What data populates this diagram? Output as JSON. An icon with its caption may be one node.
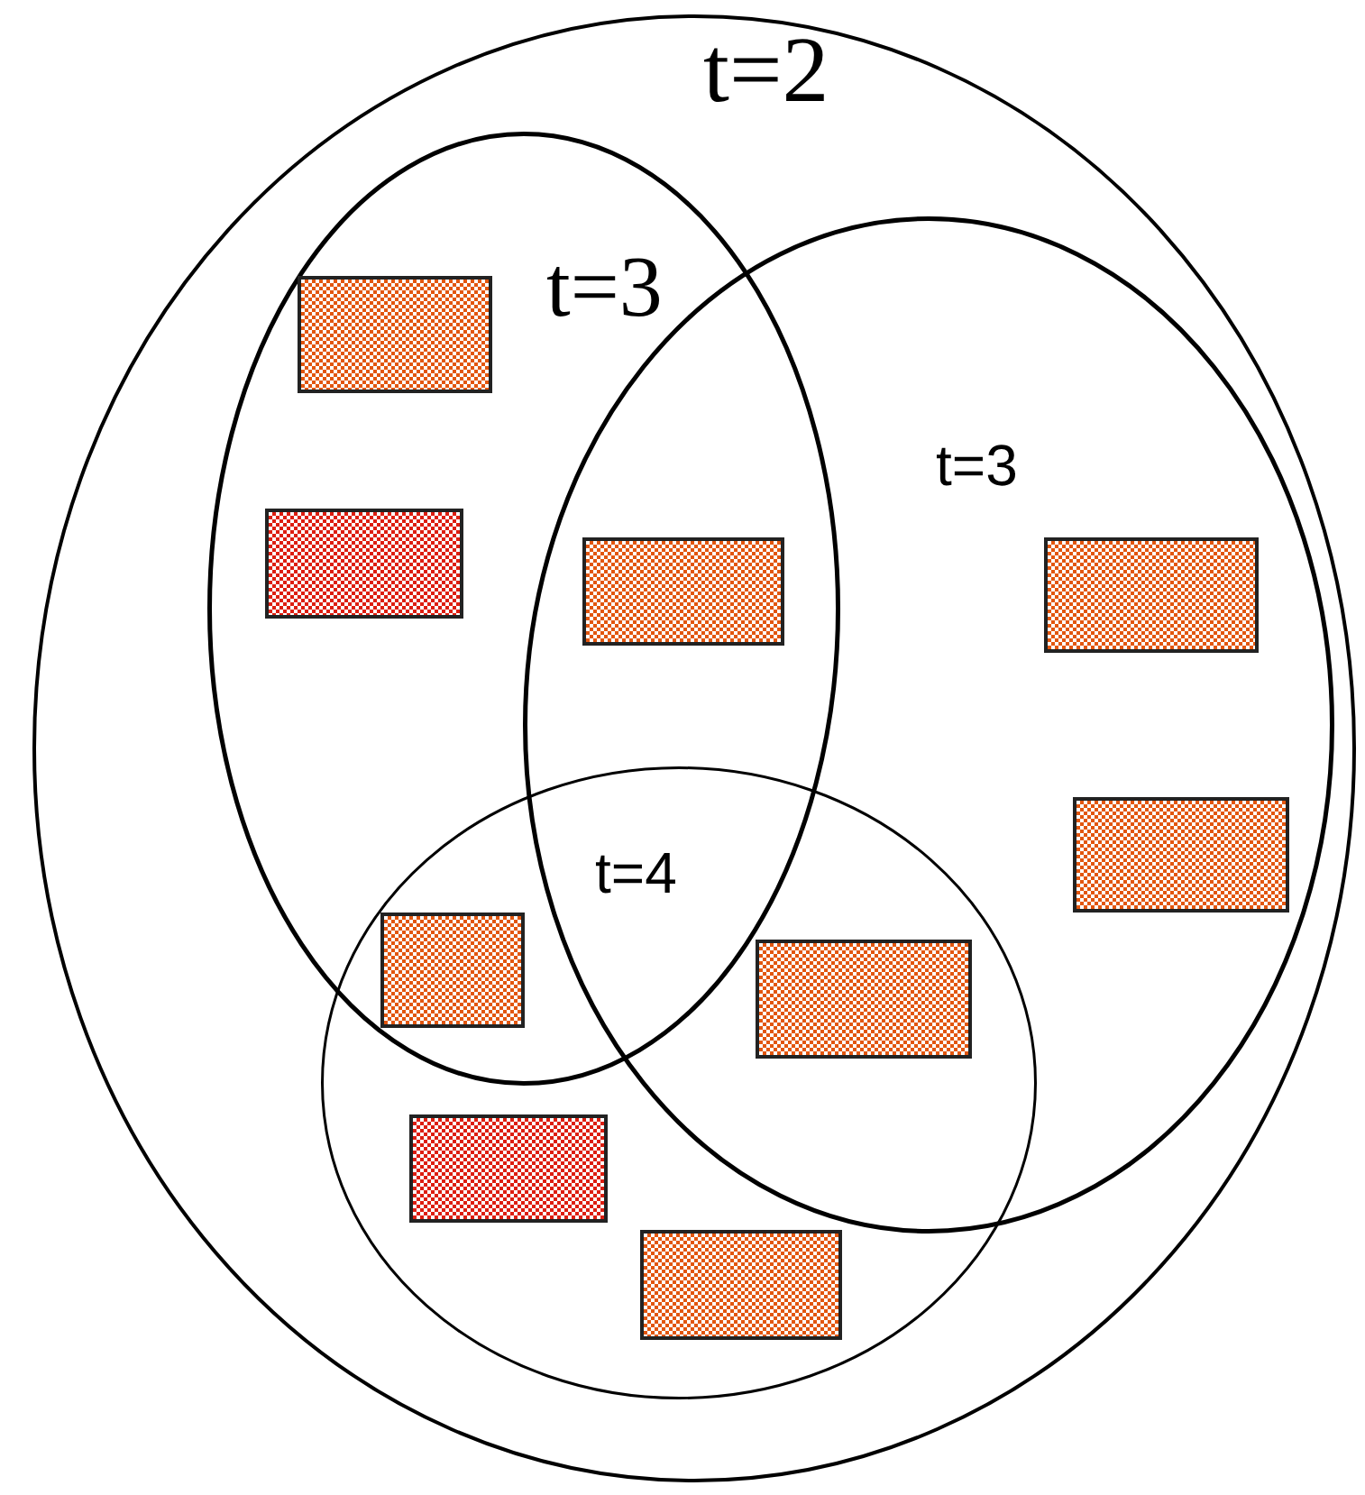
{
  "diagram": {
    "nodes": [
      {
        "text": [
          "t=2"
        ]
      },
      {
        "text": [
          "t=3"
        ],
        "in": 0
      },
      {
        "text": [
          "t=3"
        ],
        "in": 0
      },
      {
        "text": [
          "t=4"
        ],
        "in": 0
      },
      {
        "text": [],
        "shape": "box",
        "in": 1
      },
      {
        "text": [],
        "shape": "box",
        "in": 1
      },
      {
        "text": [],
        "shape": "box"
      },
      {
        "text": [],
        "shape": "box",
        "in": 2
      },
      {
        "text": [],
        "shape": "box",
        "in": 2
      },
      {
        "text": [],
        "shape": "box"
      },
      {
        "text": [],
        "shape": "box"
      },
      {
        "text": [],
        "shape": "box",
        "in": 3
      },
      {
        "text": [],
        "shape": "box",
        "in": 3
      }
    ]
  }
}
